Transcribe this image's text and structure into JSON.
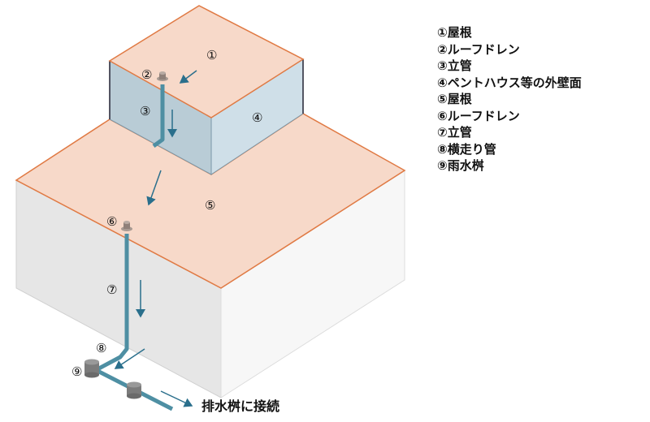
{
  "legend": [
    "①屋根",
    "②ルーフドレン",
    "③立管",
    "④ペントハウス等の外壁面",
    "⑤屋根",
    "⑥ルーフドレン",
    "⑦立管",
    "⑧横走り管",
    "⑨雨水桝"
  ],
  "markers": {
    "m1": "①",
    "m2": "②",
    "m3": "③",
    "m4": "④",
    "m5": "⑤",
    "m6": "⑥",
    "m7": "⑦",
    "m8": "⑧",
    "m9": "⑨"
  },
  "connect_label": "排水桝に接続",
  "colors": {
    "roof": "#f7d9c9",
    "roof_edge": "#e07a44",
    "penthouse_wall": "#c9dbe5",
    "pipe": "#4e8fa3",
    "arrow": "#2a6f8c"
  }
}
